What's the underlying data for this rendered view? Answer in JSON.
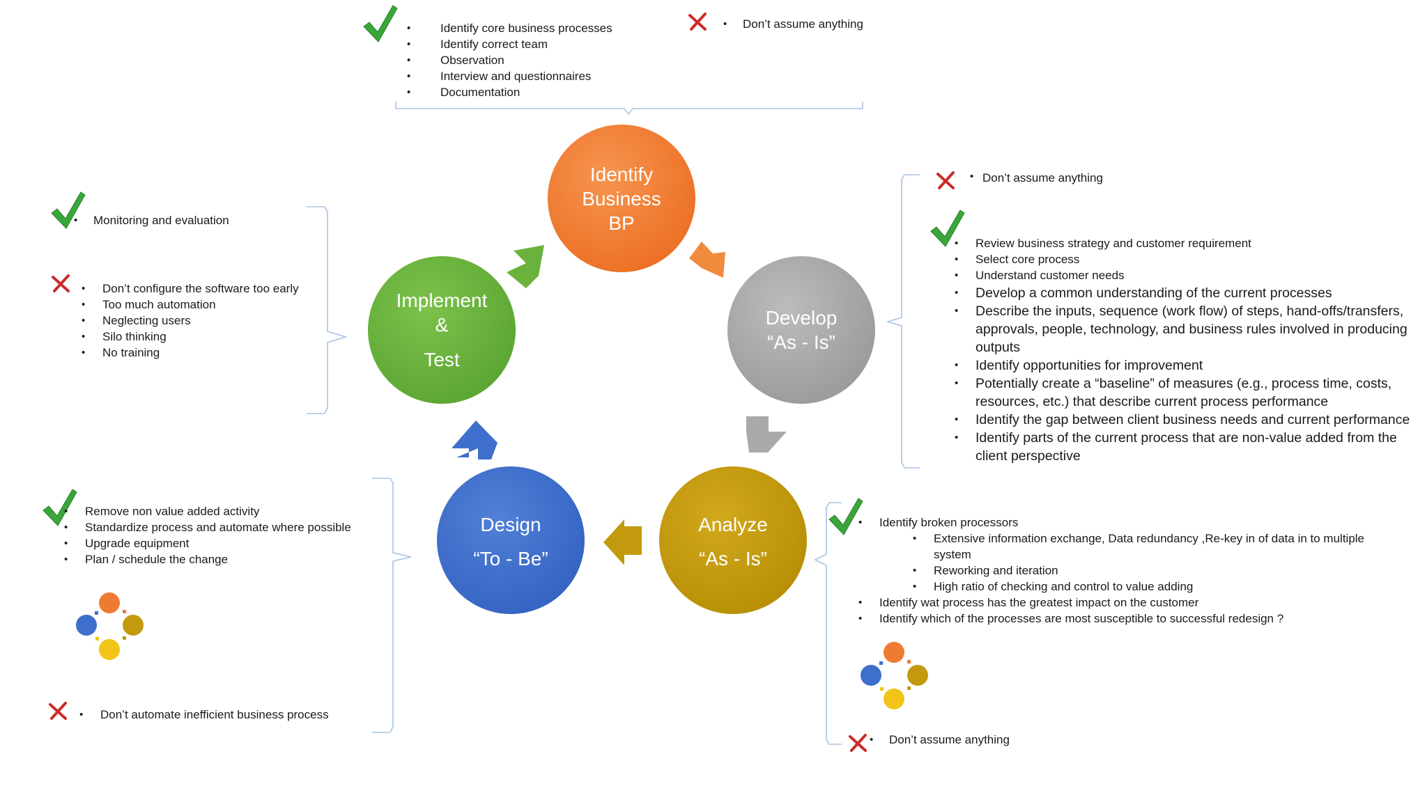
{
  "colors": {
    "identify": "#ef7b33",
    "develop": "#a9a9a9",
    "analyze": "#c39a0e",
    "design": "#3f6fcc",
    "implement": "#6bb23d",
    "check": "#3aa63a",
    "cross": "#cc2b2b",
    "bracket": "#a8c3e2"
  },
  "icons": {
    "ok": "check-mark-icon",
    "no": "cross-mark-icon"
  },
  "cycle": {
    "identify": {
      "line1": "Identify",
      "line2": "Business",
      "line3": "BP"
    },
    "develop": {
      "line1": "Develop",
      "line2": "“As - Is”"
    },
    "analyze": {
      "line1": "Analyze",
      "line2": "“As - Is”"
    },
    "design": {
      "line1": "Design",
      "line2": "“To - Be”"
    },
    "implement": {
      "line1": "Implement",
      "line2": "&",
      "line3": "Test"
    }
  },
  "top": {
    "do": [
      "Identify core business processes",
      "Identify correct team",
      "Observation",
      "Interview and questionnaires",
      "Documentation"
    ],
    "dont": [
      "Don’t assume anything"
    ]
  },
  "right_top": {
    "dont": [
      "Don’t assume anything"
    ],
    "do_small": [
      "Review business strategy and customer requirement",
      "Select core process",
      "Understand customer needs"
    ],
    "do_large": [
      "Develop a common understanding of the current processes",
      "Describe the inputs, sequence (work flow) of steps, hand-offs/transfers, approvals, people, technology, and business rules involved in producing outputs",
      "Identify opportunities for improvement",
      "Potentially create a “baseline” of measures (e.g., process time, costs, resources, etc.) that describe current process performance",
      "Identify the gap between client business needs and current performance",
      " Identify parts of the current process that are non-value added from the client perspective"
    ]
  },
  "right_bottom": {
    "main1": "Identify broken processors",
    "sub": [
      "Extensive information exchange, Data redundancy ,Re-key in of data in to multiple system",
      "Reworking and iteration",
      "High ratio of checking and control to value adding"
    ],
    "main2": "Identify wat process has the greatest impact on the customer",
    "main3": "Identify which of the processes are most susceptible to successful redesign ?",
    "dont": [
      "Don’t assume anything"
    ]
  },
  "left_top": {
    "do": [
      "Monitoring  and evaluation"
    ],
    "dont": [
      "Don’t configure the software too early",
      "Too much automation",
      "Neglecting users",
      "Silo thinking",
      "No training"
    ]
  },
  "left_bottom": {
    "do": [
      "Remove non value added activity",
      "Standardize process and automate where possible",
      "Upgrade equipment",
      "Plan / schedule the change"
    ],
    "dont": [
      "Don’t automate inefficient business process"
    ]
  }
}
